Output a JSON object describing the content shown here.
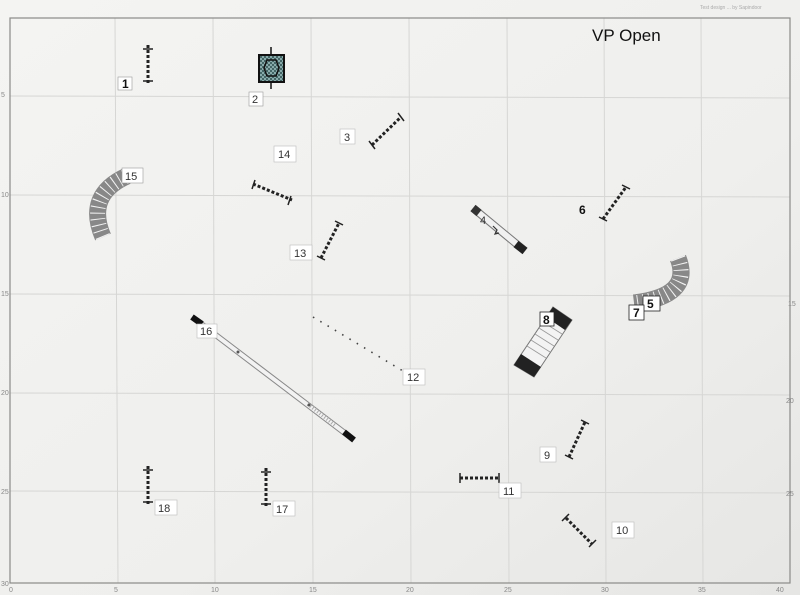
{
  "course": {
    "title": "VP Open",
    "corner_note": "Test design ... by Sapindoor",
    "x_ticks": [
      "0",
      "5",
      "10",
      "15",
      "20",
      "25",
      "30",
      "35",
      "40"
    ],
    "y_ticks_left": [
      "5",
      "10",
      "15",
      "20",
      "25",
      "30"
    ],
    "y_ticks_right": [
      "15",
      "20",
      "25"
    ]
  },
  "obstacles": {
    "n1": "1",
    "n2": "2",
    "n3": "3",
    "n4": "4",
    "n5": "5",
    "n6": "6",
    "n7": "7",
    "n8": "8",
    "n9": "9",
    "n10": "10",
    "n11": "11",
    "n12": "12",
    "n13": "13",
    "n14": "14",
    "n15": "15",
    "n16": "16",
    "n17": "17",
    "n18": "18"
  }
}
